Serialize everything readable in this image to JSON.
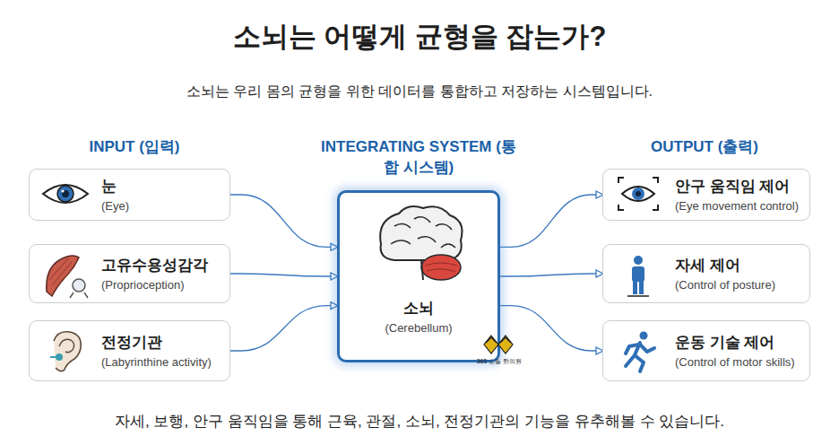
{
  "diagram": {
    "title": "소뇌는 어떻게 균형을 잡는가?",
    "caption": "자세, 보행, 안구 움직임을 통해 근육, 관절, 소뇌, 전정기관의 기능을 유추해볼 수 있습니다.",
    "nodes": [
      {
        "text": [
          "눈",
          "(Eye)"
        ]
      },
      {
        "text": [
          "고유수용성감각",
          "(Proprioception)"
        ]
      },
      {
        "text": [
          "전정기관",
          "(Labyrinthine activity)"
        ]
      },
      {
        "text": [
          "소뇌",
          "(Cerebellum)"
        ]
      },
      {
        "text": [
          "안구 움직임 제어",
          "(Eye movement control)"
        ]
      },
      {
        "text": [
          "자세 제어",
          "(Control of posture)"
        ]
      },
      {
        "text": [
          "운동 기술 제어",
          "(Control of motor skills)"
        ]
      }
    ],
    "edges": [
      {
        "from": 0,
        "to": 3,
        "arrow": "to"
      },
      {
        "from": 1,
        "to": 3,
        "arrow": "to"
      },
      {
        "from": 2,
        "to": 3,
        "arrow": "to"
      },
      {
        "from": 3,
        "to": 4,
        "arrow": "to"
      },
      {
        "from": 3,
        "to": 5,
        "arrow": "to"
      },
      {
        "from": 3,
        "to": 6,
        "arrow": "to"
      }
    ],
    "labels": [
      "소뇌는 우리 몸의 균형을 위한 데이터를 통합하고 저장하는 시스템입니다.",
      "INPUT (입력)",
      "INTEGRATING SYSTEM (통합 시스템)",
      "OUTPUT (출력)",
      "365 소통 한의원"
    ]
  }
}
